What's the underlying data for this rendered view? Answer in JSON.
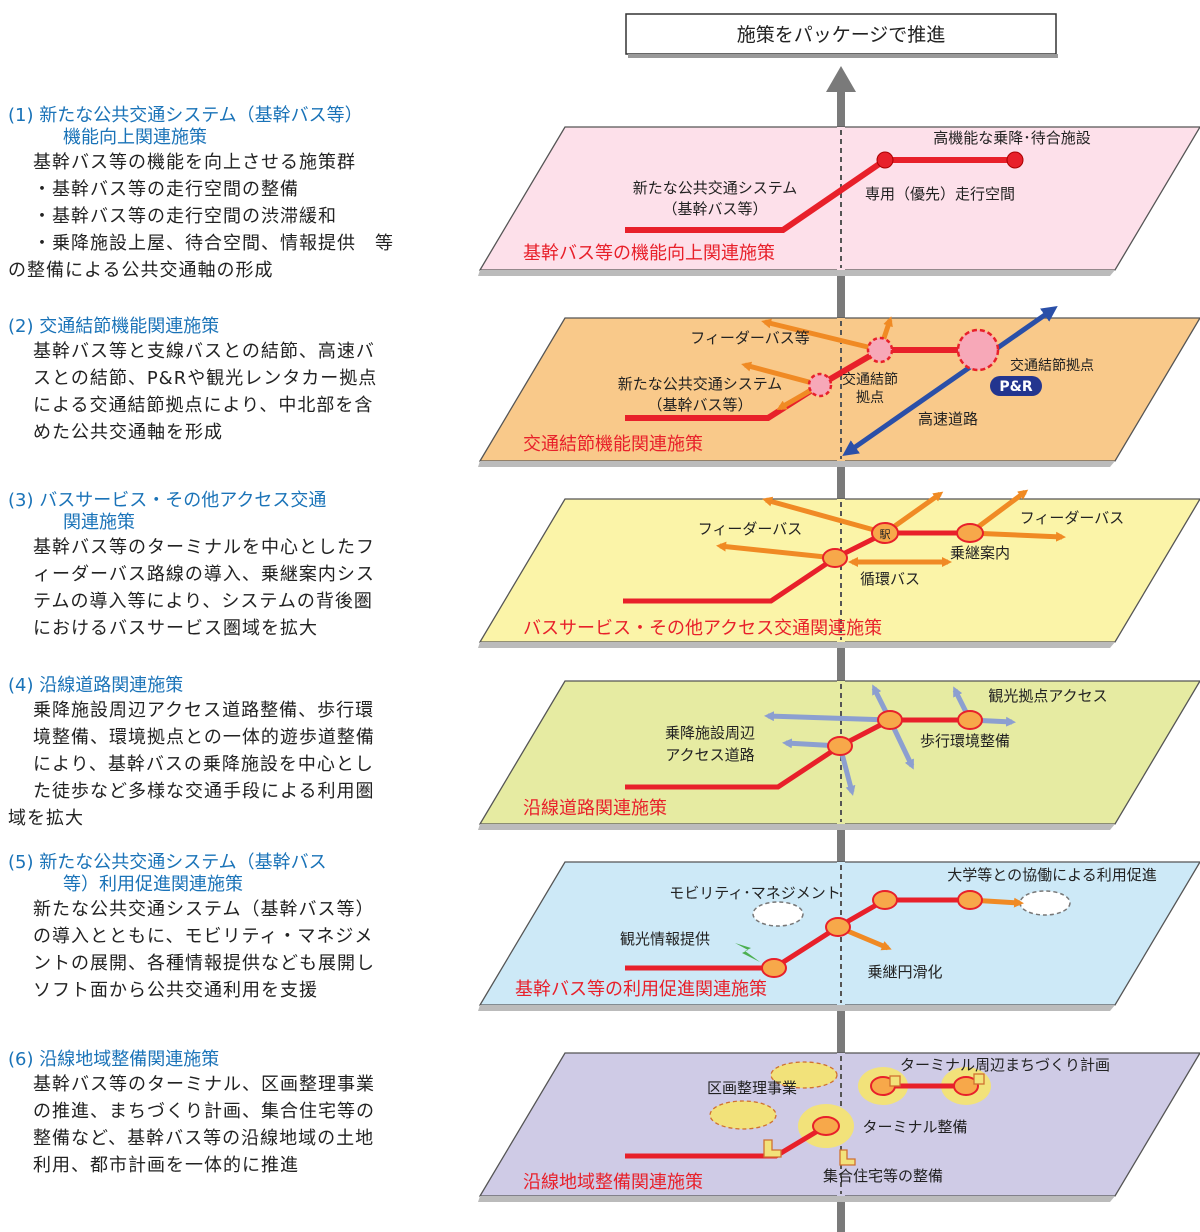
{
  "top_box": "施策をパッケージで推進",
  "sections": [
    {
      "title": [
        "(1) 新たな公共交通システム（基幹バス等）",
        "機能向上関連施策"
      ],
      "body": [
        "基幹バス等の機能を向上させる施策群",
        "・基幹バス等の走行空間の整備",
        "・基幹バス等の走行空間の渋滞緩和",
        "・乗降施設上屋、待合空間、情報提供　等",
        "の整備による公共交通軸の形成"
      ]
    },
    {
      "title": [
        "(2) 交通結節機能関連施策"
      ],
      "body": [
        "基幹バス等と支線バスとの結節、高速バ",
        "スとの結節、P&Rや観光レンタカー拠点",
        "による交通結節拠点により、中北部を含",
        "めた公共交通軸を形成"
      ]
    },
    {
      "title": [
        "(3) バスサービス・その他アクセス交通",
        "関連施策"
      ],
      "body": [
        "基幹バス等のターミナルを中心としたフ",
        "ィーダーバス路線の導入、乗継案内シス",
        "テムの導入等により、システムの背後圏",
        "におけるバスサービス圏域を拡大"
      ]
    },
    {
      "title": [
        "(4) 沿線道路関連施策"
      ],
      "body": [
        "乗降施設周辺アクセス道路整備、歩行環",
        "境整備、環境拠点との一体的遊歩道整備",
        "により、基幹バスの乗降施設を中心とし",
        "た徒歩など多様な交通手段による利用圏",
        "域を拡大"
      ]
    },
    {
      "title": [
        "(5) 新たな公共交通システム（基幹バス",
        "等）利用促進関連施策"
      ],
      "body": [
        "新たな公共交通システム（基幹バス等）",
        "の導入とともに、モビリティ・マネジメ",
        "ントの展開、各種情報提供なども展開し",
        "ソフト面から公共交通利用を支援"
      ]
    },
    {
      "title": [
        "(6) 沿線地域整備関連施策"
      ],
      "body": [
        "基幹バス等のターミナル、区画整理事業",
        "の推進、まちづくり計画、集合住宅等の",
        "整備など、基幹バス等の沿線地域の土地",
        "利用、都市計画を一体的に推進"
      ]
    }
  ],
  "layers": [
    {
      "title": "基幹バス等の機能向上関連施策",
      "fill": "#fde0ea",
      "labels": [
        "高機能な乗降･待合施設",
        "新たな公共交通システム",
        "（基幹バス等）",
        "専用（優先）走行空間"
      ]
    },
    {
      "title": "交通結節機能関連施策",
      "fill": "#f9c98a",
      "labels": [
        "フィーダーバス等",
        "新たな公共交通システム",
        "（基幹バス等）",
        "交通結節",
        "拠点",
        "交通結節拠点",
        "P&R",
        "高速道路"
      ]
    },
    {
      "title": "バスサービス・その他アクセス交通関連施策",
      "fill": "#fbf4a8",
      "labels": [
        "フィーダーバス",
        "駅",
        "フィーダーバス",
        "乗継案内",
        "循環バス"
      ]
    },
    {
      "title": "沿線道路関連施策",
      "fill": "#e6eba2",
      "labels": [
        "観光拠点アクセス",
        "乗降施設周辺",
        "アクセス道路",
        "歩行環境整備"
      ]
    },
    {
      "title": "基幹バス等の利用促進関連施策",
      "fill": "#cde9f7",
      "labels": [
        "大学等との協働による利用促進",
        "モビリティ･マネジメント",
        "観光情報提供",
        "乗継円滑化"
      ]
    },
    {
      "title": "沿線地域整備関連施策",
      "fill": "#cfcbe6",
      "labels": [
        "ターミナル周辺まちづくり計画",
        "区画整理事業",
        "ターミナル整備",
        "集合住宅等の整備"
      ]
    }
  ],
  "colors": {
    "route": "#e8202a",
    "feeder": "#f08a24",
    "highway": "#2a4fa8",
    "walk": "#8c9fd0",
    "title_red": "#e8202a",
    "heading_blue": "#1a73b8",
    "shaft": "#7a7a7a"
  }
}
